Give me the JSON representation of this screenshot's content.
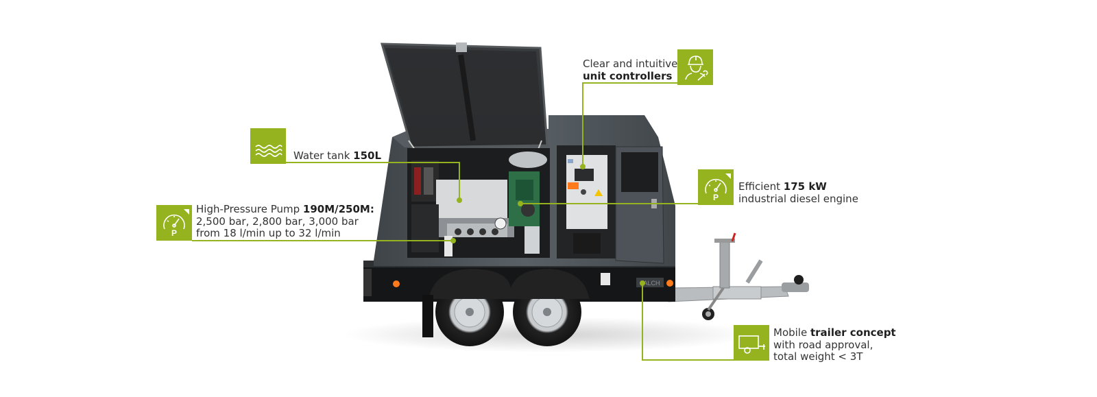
{
  "colors": {
    "accent": "#94b31f",
    "machine_body": "#4b5257",
    "background": "#ffffff"
  },
  "callouts": {
    "controllers": {
      "line1": "Clear and intuitive",
      "line2_bold": "unit controllers",
      "icon": "worker-wrench-icon"
    },
    "water_tank": {
      "text": "Water tank ",
      "bold": "150L",
      "icon": "water-waves-icon"
    },
    "pump": {
      "text": "High-Pressure Pump ",
      "bold": "190M/250M:",
      "line2": "2,500 bar, 2,800 bar, 3,000 bar",
      "line3": "from 18 l/min up to 32 l/min",
      "icon": "pressure-gauge-icon"
    },
    "engine": {
      "text": "Efficient ",
      "bold": "175 kW",
      "line2": "industrial diesel engine",
      "icon": "pressure-gauge-icon"
    },
    "trailer": {
      "text": "Mobile ",
      "bold": "trailer concept",
      "line2": "with road approval,",
      "line3": "total weight < 3T",
      "icon": "trailer-icon"
    }
  },
  "machine": {
    "brand_plate": "FALCH"
  }
}
